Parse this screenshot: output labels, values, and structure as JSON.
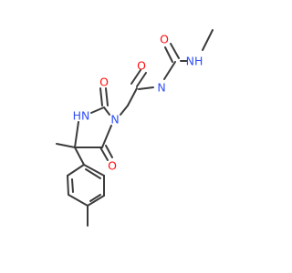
{
  "structure": {
    "colors": {
      "bond": "#3b3b3b",
      "oxygen": "#ff0d0d",
      "nitrogen": "#3050f8",
      "background": "#ffffff"
    },
    "atom_labels": {
      "o_urea": "O",
      "nh_urea_methyl": "NH",
      "o_amide": "O",
      "n_imide": "N",
      "o_c2": "O",
      "nh_ring": "HN",
      "n_ring": "N",
      "o_c5": "O"
    }
  }
}
